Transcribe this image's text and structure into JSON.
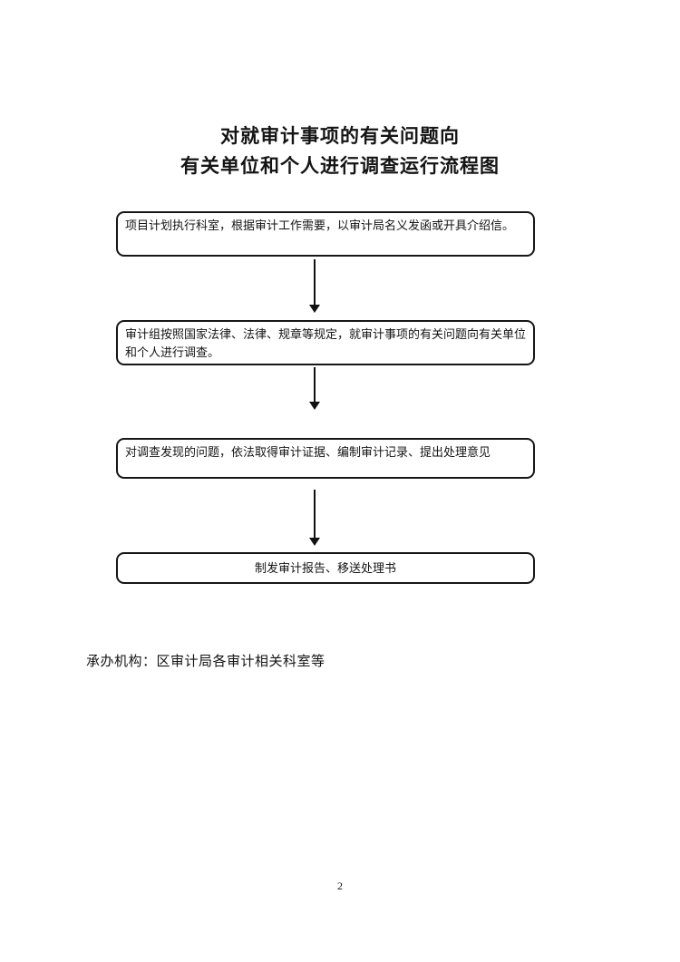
{
  "document": {
    "title_line1": "对就审计事项的有关问题向",
    "title_line2": "有关单位和个人进行调查运行流程图",
    "agency_note": "承办机构：区审计局各审计相关科室等",
    "page_number": "2"
  },
  "flowchart": {
    "steps": [
      {
        "text": "项目计划执行科室，根据审计工作需要，以审计局名义发函或开具介绍信。"
      },
      {
        "text": "审计组按照国家法律、法律、规章等规定，就审计事项的有关问题向有关单位和个人进行调查。"
      },
      {
        "text": "对调查发现的问题，依法取得审计证据、编制审计记录、提出处理意见"
      },
      {
        "text": "制发审计报告、移送处理书"
      }
    ]
  },
  "colors": {
    "ink": "#141414",
    "paper": "#ffffff",
    "box_border": "#161616"
  }
}
